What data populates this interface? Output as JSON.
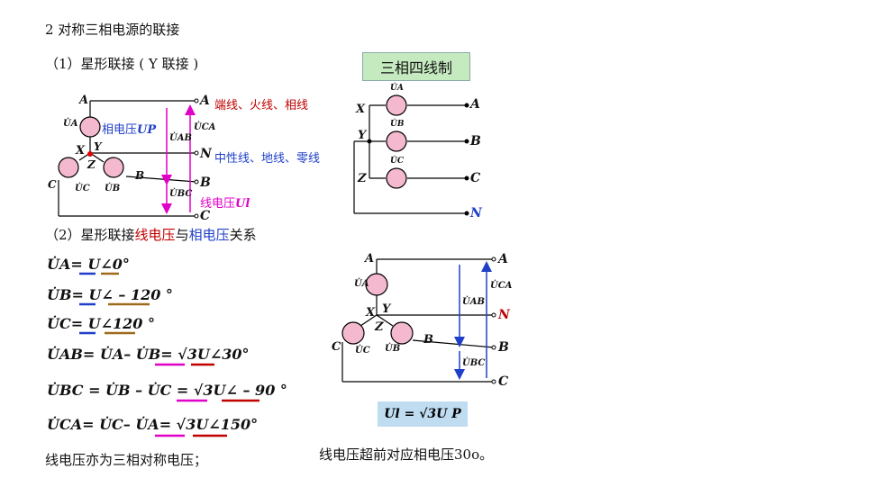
{
  "headings": {
    "title": "2 对称三相电源的联接",
    "sub1": "（1）星形联接 ( Y 联接 )",
    "sub2_a": "（2）星形联接",
    "sub2_b": "线电压",
    "sub2_c": "与",
    "sub2_d": "相电压",
    "sub2_e": "关系"
  },
  "box_title": "三相四线制",
  "diagram1": {
    "label_A": "A",
    "label_N": "N",
    "label_B": "B",
    "label_C": "C",
    "label_X": "X",
    "label_Y": "Y",
    "label_Z": "Z",
    "ua": "U̇A",
    "ub": "U̇B",
    "uc": "U̇C",
    "uab": "U̇AB",
    "ubc": "U̇BC",
    "uca": "U̇CA",
    "phase_voltage": "相电压",
    "phase_symbol": "UP",
    "line_voltage": "线电压",
    "line_symbol": "Ul",
    "note_A": "端线、火线、相线",
    "note_N": "中性线、地线、零线"
  },
  "diagram2": {
    "label_A": "A",
    "label_B": "B",
    "label_C": "C",
    "label_N": "N",
    "label_X": "X",
    "label_Y": "Y",
    "label_Z": "Z",
    "ua": "U̇A",
    "ub": "U̇B",
    "uc": "U̇C"
  },
  "equations": [
    "U̇A= U∠0°",
    "U̇B= U∠ – 120 °",
    "U̇C= U∠120 °",
    "U̇AB=  U̇A– U̇B= √3U∠30°",
    "U̇BC =  U̇B – U̇C = √3U∠ – 90 °",
    "U̇CA=  U̇C– U̇A= √3U∠150°"
  ],
  "relation": "Ul = √3U P",
  "footer_left": "线电压亦为三相对称电压；",
  "footer_right": "线电压超前对应相电压30o。",
  "colors": {
    "red": "#c00000",
    "blue": "#1f3fc8",
    "magenta": "#e000c8",
    "pink_fill": "#f4b8cf",
    "brown": "#a06a1c",
    "green_box": "#c6eac0",
    "blue_box": "#bfdcf1"
  }
}
